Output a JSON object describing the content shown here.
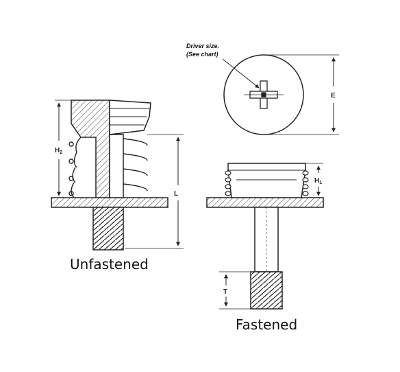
{
  "labels": {
    "h2_main": "H",
    "h2_sub": "2",
    "l": "L",
    "e": "E",
    "h1_main": "H",
    "h1_sub": "1",
    "t": "T",
    "driver_line1": "Driver size.",
    "driver_line2": "(See chart)"
  },
  "captions": {
    "unfastened": "Unfastened",
    "fastened": "Fastened"
  }
}
